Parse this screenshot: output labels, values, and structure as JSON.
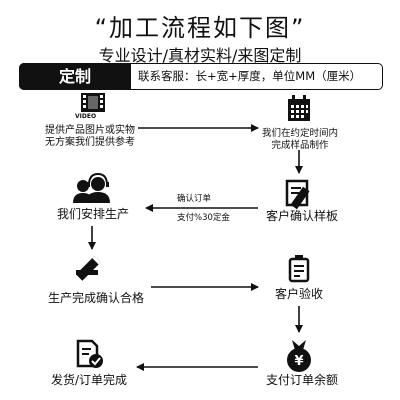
{
  "header": {
    "title": "“加工流程如下图”",
    "subtitle": "专业设计/真材实料/来图定制"
  },
  "bar": {
    "badge": "定制",
    "note": "联系客服：长+宽+厚度，单位MM（厘米）"
  },
  "steps": {
    "s1": {
      "icon": "video-film-icon",
      "icon_text": "VIDEO",
      "line1": "提供产品图片或实物",
      "line2": "无方案我们提供参考"
    },
    "s2": {
      "icon": "calendar-icon",
      "line1": "我们在约定时间内",
      "line2": "完成样品制作"
    },
    "s3": {
      "icon": "document-ruler-icon",
      "label": "客户确认样板"
    },
    "s4": {
      "icon": "support-agents-icon",
      "label": "我们安排生产"
    },
    "s5": {
      "icon": "pencil-edit-icon",
      "label": "生产完成确认合格"
    },
    "s6": {
      "icon": "clipboard-check-icon",
      "label": "客户验收"
    },
    "s7": {
      "icon": "money-bag-icon",
      "label": "支付订单余额"
    },
    "s8": {
      "icon": "shipping-document-icon",
      "label": "发货/订单完成"
    }
  },
  "arrows": {
    "confirm_order": "确认订单",
    "deposit": "支付%30定金"
  },
  "colors": {
    "ink": "#111111",
    "badge_bg": "#111111",
    "badge_text": "#ffffff"
  }
}
